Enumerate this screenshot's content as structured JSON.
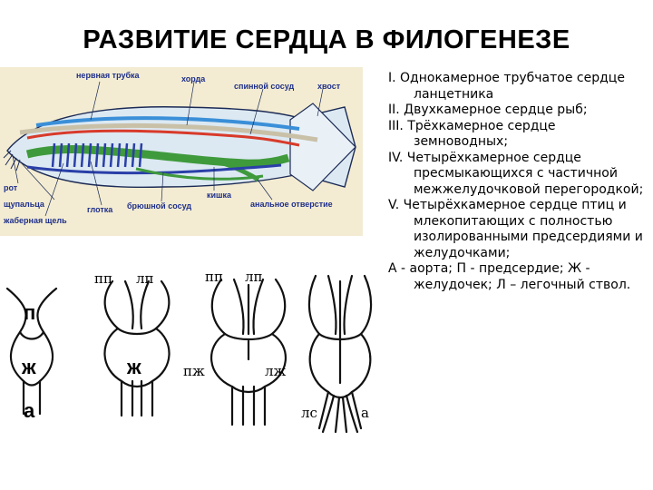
{
  "title": "РАЗВИТИЕ СЕРДЦА В ФИЛОГЕНЕЗЕ",
  "lancelet": {
    "labels": {
      "nerve_tube": "нервная трубка",
      "chord": "хорда",
      "dorsal_vessel": "спинной сосуд",
      "tail": "хвост",
      "mouth": "рот",
      "tentacles": "щупальца",
      "pharynx": "глотка",
      "ventral_vessel": "брюшной сосуд",
      "intestine": "кишка",
      "anal_opening": "анальное отверстие",
      "gill_slit": "жаберная щель"
    },
    "colors": {
      "nerve_tube": "#3a8fd8",
      "chord": "#c9c0a8",
      "dorsal_vessel": "#d83a2a",
      "gut": "#3f9a3c",
      "ventral_vessel": "#2a3fa8",
      "body": "#dce9f2",
      "background": "#f3ecd2"
    }
  },
  "hearts": {
    "labels": {
      "h1_p": "п",
      "h1_zh": "ж",
      "h1_a": "а",
      "h2_pp": "пп",
      "h2_lp": "лп",
      "h2_zh": "ж",
      "h3_pp": "пп",
      "h3_lp": "лп",
      "h3_pzh": "пж",
      "h3_lzh": "лж",
      "h4_ls": "лс",
      "h4_a": "а"
    }
  },
  "legend": [
    "I. Однокамерное трубчатое сердце ланцетника",
    "II. Двухкамерное сердце рыб;",
    "III. Трёхкамерное сердце земноводных;",
    "IV. Четырёхкамерное сердце пресмыкающихся с частичной межжелудочковой перегородкой;",
    "V. Четырёхкамерное сердце птиц и млекопитающих с полностью изолированными предсердиями и желудочками;",
    "А - аорта; П - предсердие; Ж - желудочек; Л – легочный ствол."
  ]
}
